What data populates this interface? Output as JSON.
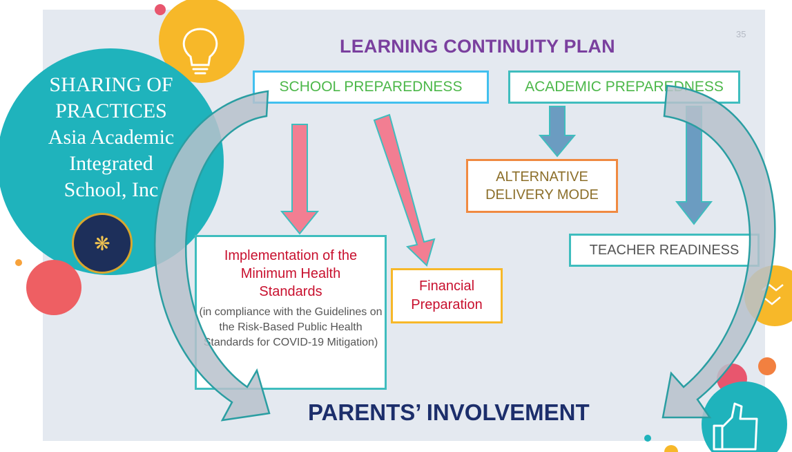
{
  "slide_number": "35",
  "title": "LEARNING CONTINUITY PLAN",
  "sidebar_circle": {
    "lines": [
      "SHARING OF",
      "PRACTICES",
      "Asia Academic",
      "Integrated",
      "School, Inc"
    ]
  },
  "logo_icon": "school-seal-icon",
  "boxes": {
    "school_preparedness": "SCHOOL PREPAREDNESS",
    "academic_preparedness": "ACADEMIC PREPAREDNESS",
    "alternative_delivery_mode": [
      "ALTERNATIVE",
      "DELIVERY MODE"
    ],
    "teacher_readiness": "TEACHER READINESS",
    "implementation_title": "Implementation of the Minimum Health Standards",
    "implementation_note": "(in compliance with the Guidelines on the Risk-Based Public Health Standards for COVID-19 Mitigation)",
    "financial_preparation": [
      "Financial",
      "Preparation"
    ]
  },
  "parents_involvement": "PARENTS’ INVOLVEMENT",
  "decorative_icons": [
    "lightbulb-icon",
    "thumbs-up-icon",
    "handshake-icon"
  ],
  "colors": {
    "title": "#7a3f9e",
    "circle_teal": "#1fb3bc",
    "arrow_pink": "#f27e92",
    "arrow_blue": "#6b9cc1",
    "curved_arrow": "#b7c1cb"
  }
}
